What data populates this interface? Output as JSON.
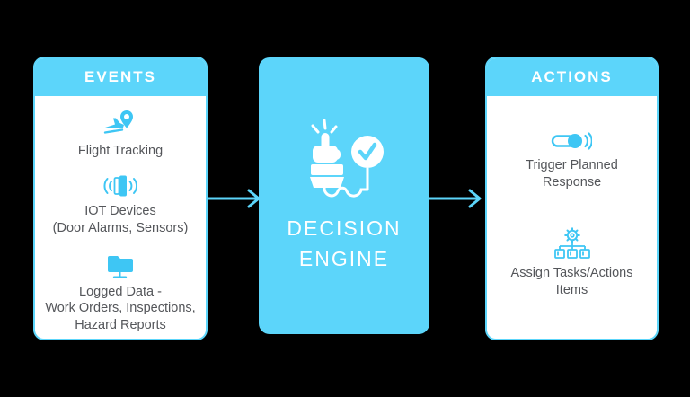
{
  "diagram": {
    "events_panel": {
      "title": "EVENTS",
      "items": [
        {
          "icon": "flight-tracking-icon",
          "label": "Flight Tracking"
        },
        {
          "icon": "iot-devices-icon",
          "label": "IOT Devices\n(Door Alarms, Sensors)"
        },
        {
          "icon": "logged-data-icon",
          "label": "Logged Data -\nWork Orders, Inspections,\nHazard Reports"
        }
      ]
    },
    "decision_panel": {
      "title": "DECISION\nENGINE",
      "icon": "decision-engine-icon"
    },
    "actions_panel": {
      "title": "ACTIONS",
      "items": [
        {
          "icon": "trigger-response-icon",
          "label": "Trigger Planned\nResponse"
        },
        {
          "icon": "assign-tasks-icon",
          "label": "Assign Tasks/Actions\nItems"
        }
      ]
    },
    "colors": {
      "panel_cyan": "#5cd5fa",
      "icon_cyan": "#3ec6f4",
      "text_gray": "#54565a",
      "background": "#000000",
      "white": "#ffffff"
    }
  }
}
